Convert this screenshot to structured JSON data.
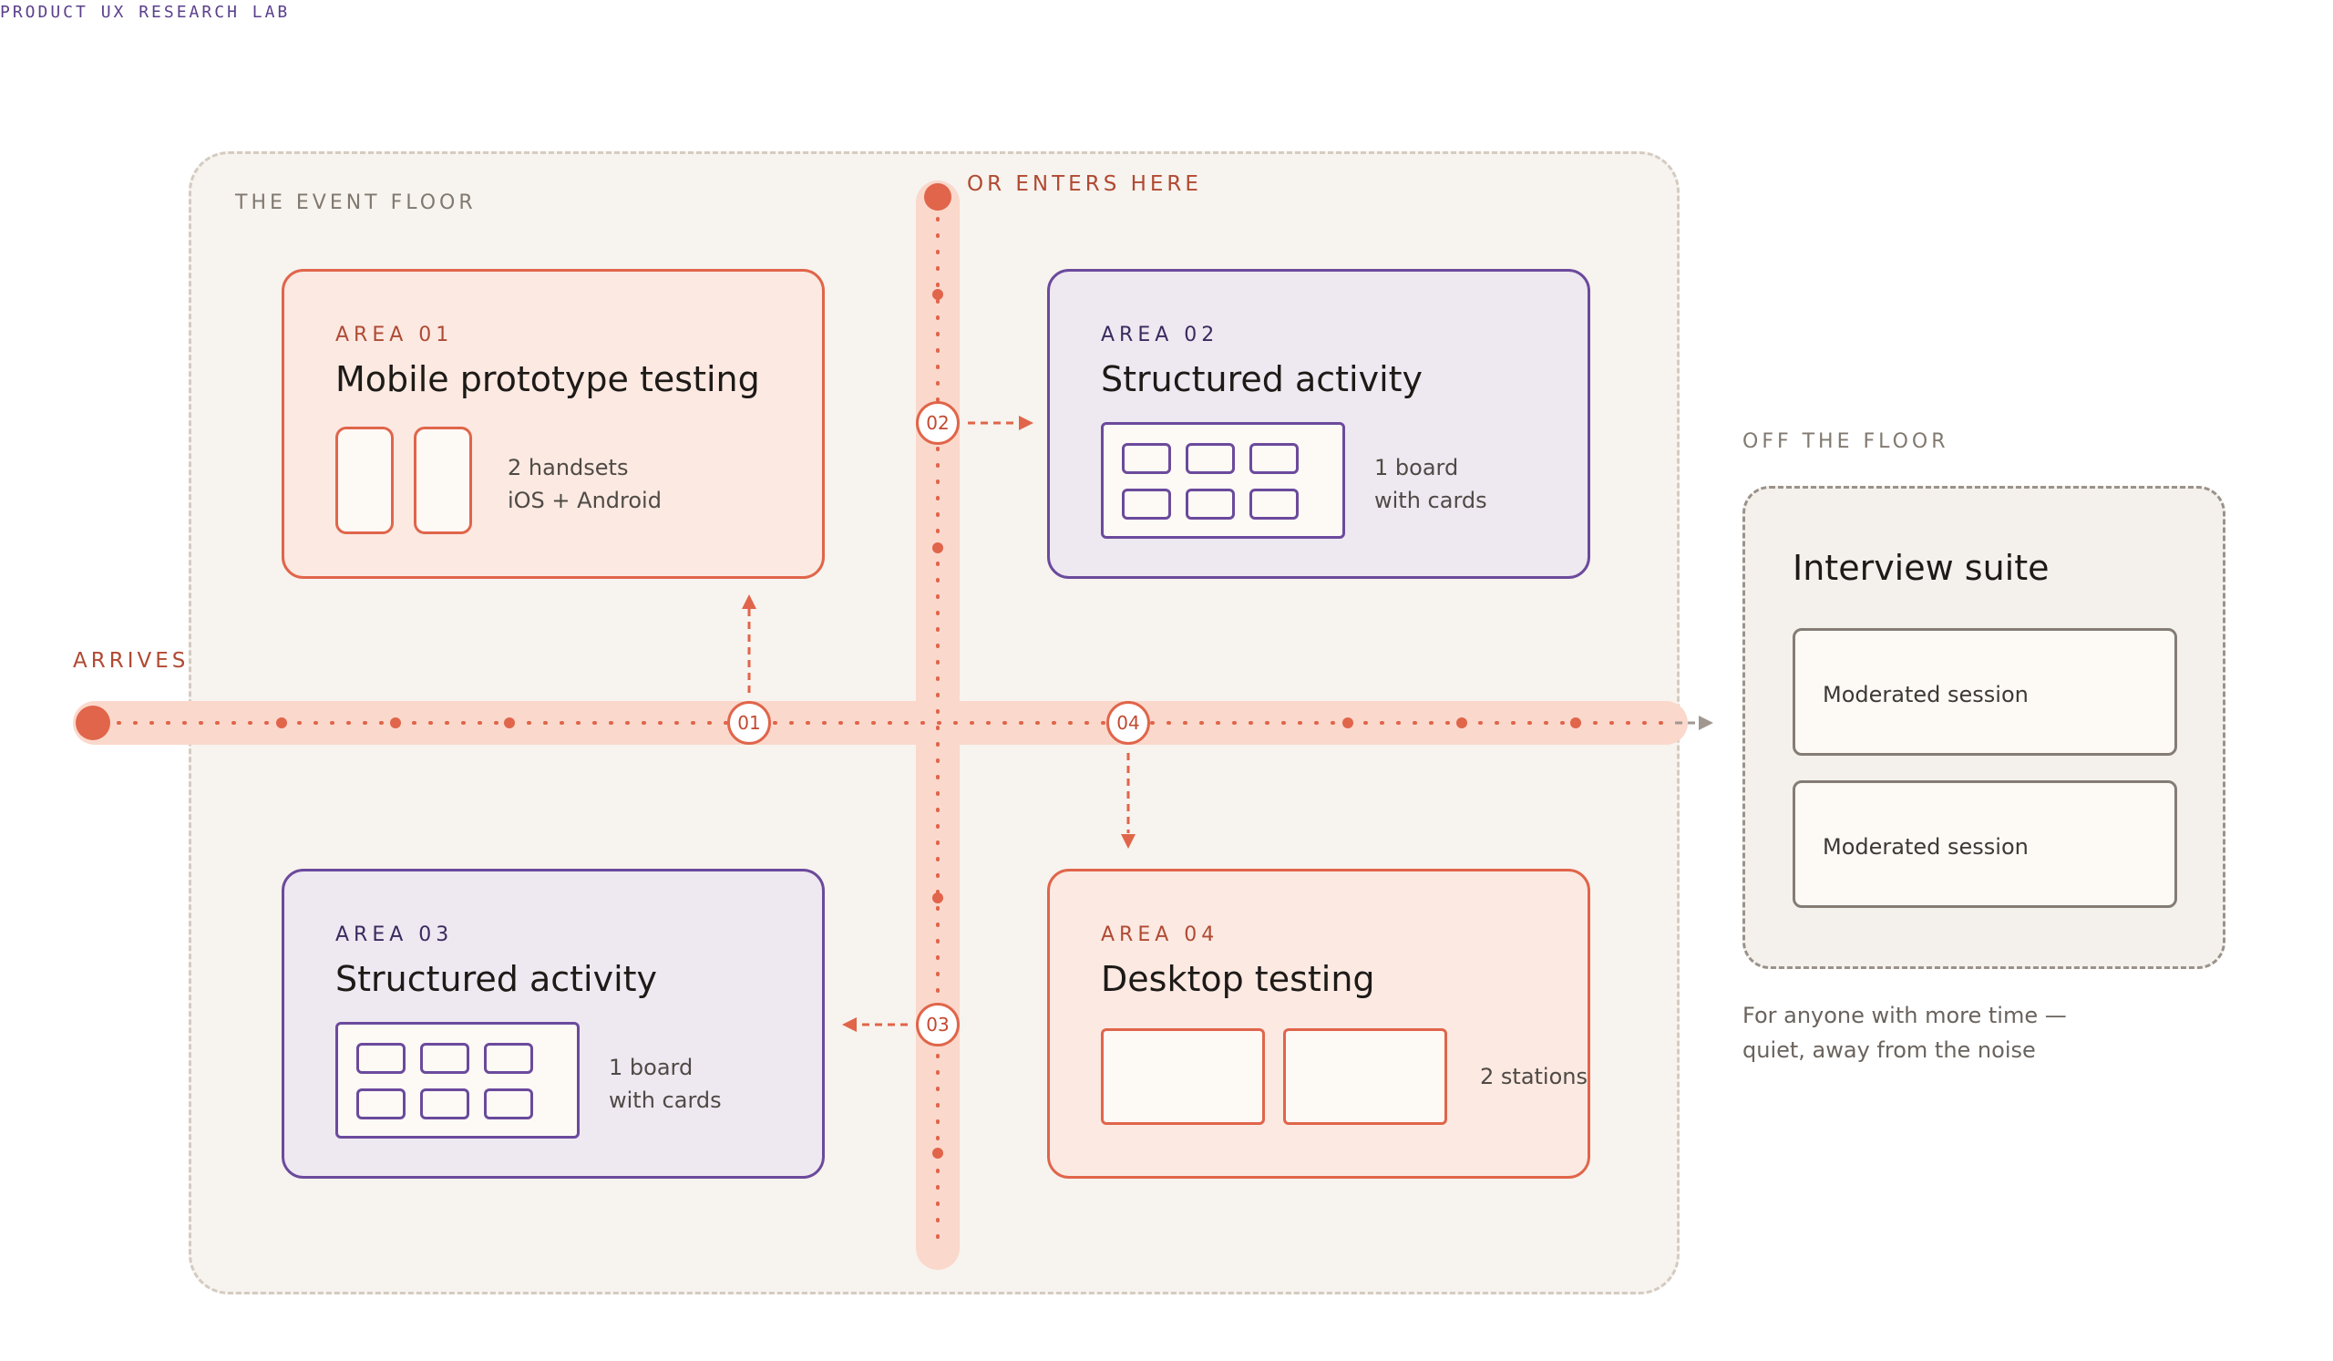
{
  "header": {
    "lab_name": "PRODUCT UX RESEARCH LAB"
  },
  "floor": {
    "label": "THE EVENT FLOOR"
  },
  "entries": {
    "arrives": "ARRIVES",
    "or_enters": "OR ENTERS HERE"
  },
  "areas": [
    {
      "num": "AREA 01",
      "title": "Mobile prototype testing",
      "line1": "2 handsets",
      "line2": "iOS + Android"
    },
    {
      "num": "AREA 02",
      "title": "Structured activity",
      "line1": "1 board",
      "line2": "with cards"
    },
    {
      "num": "AREA 03",
      "title": "Structured activity",
      "line1": "1 board",
      "line2": "with cards"
    },
    {
      "num": "AREA 04",
      "title": "Desktop testing",
      "line1": "2 stations"
    }
  ],
  "markers": [
    "01",
    "02",
    "03",
    "04"
  ],
  "off_floor": {
    "label": "OFF THE FLOOR",
    "title": "Interview suite",
    "sessions": [
      "Moderated session",
      "Moderated session"
    ],
    "note_line1": "For anyone with more time —",
    "note_line2": "quiet, away from the noise"
  },
  "colors": {
    "coral": "#e0654a",
    "coral_light": "#fbe9e2",
    "purple": "#6b4a9c",
    "purple_light": "#eee8f1",
    "path_band": "#fbd8cc",
    "floor_bg": "#f7f3ee"
  },
  "icons": [
    "arrow-right-icon",
    "arrow-down-icon",
    "arrow-up-icon",
    "arrow-left-icon"
  ]
}
